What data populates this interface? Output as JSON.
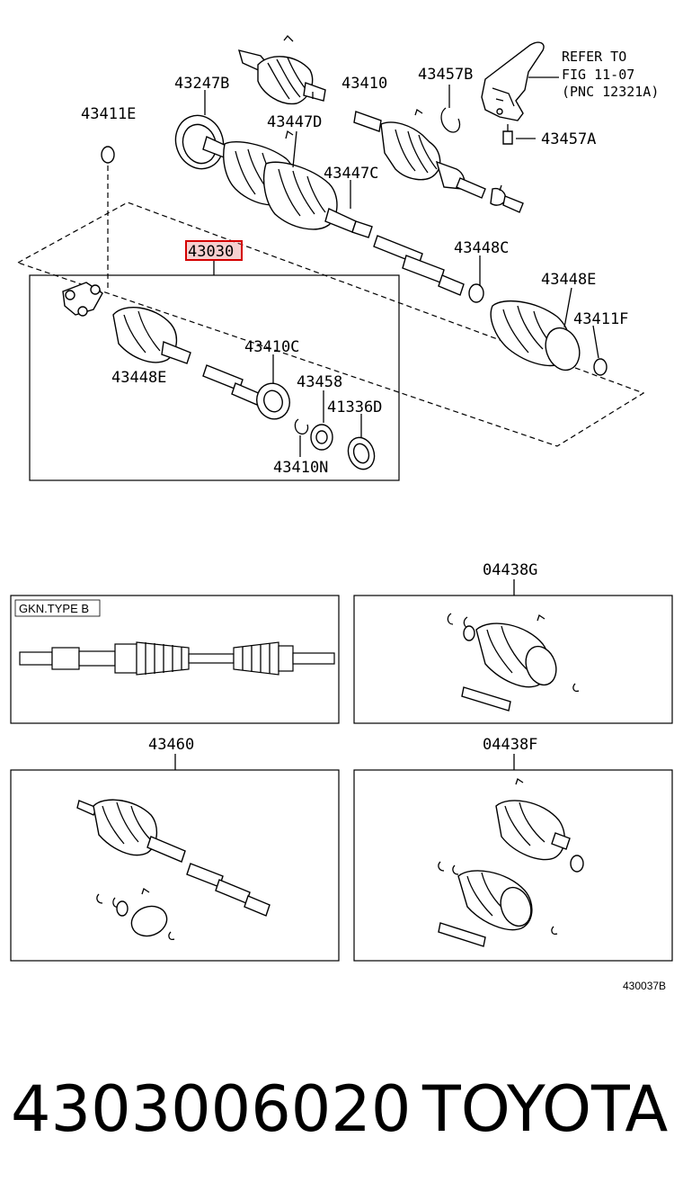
{
  "labels": {
    "p43247B": "43247B",
    "p43410_top": "43410",
    "p43457B": "43457B",
    "refer_line1": "REFER TO",
    "refer_line2": "FIG 11-07",
    "refer_line3": "(PNC 12321A)",
    "p43411E": "43411E",
    "p43447D": "43447D",
    "p43457A": "43457A",
    "p43447C": "43447C",
    "p43030": "43030",
    "p43448C": "43448C",
    "p43448E_right": "43448E",
    "p43411F": "43411F",
    "p43410C": "43410C",
    "p43448E_left": "43448E",
    "p43458": "43458",
    "p41336D": "41336D",
    "p43410N": "43410N"
  },
  "panels": {
    "gkn_caption": "GKN.TYPE B",
    "p04438G": "04438G",
    "p43460": "43460",
    "p04438F": "04438F"
  },
  "figure_code": "430037B",
  "footer": {
    "part_number": "4303006020",
    "brand": "TOYOTA"
  },
  "colors": {
    "highlight": "#d40000",
    "ink": "#000000"
  }
}
